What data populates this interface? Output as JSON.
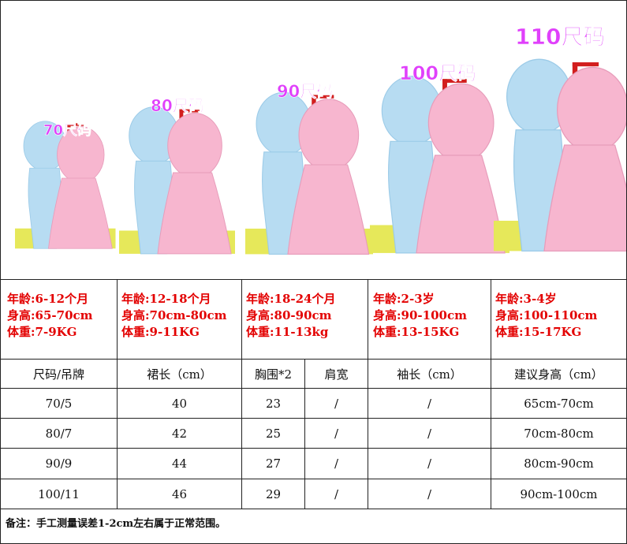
{
  "sizes": [
    {
      "tag": "70尺码",
      "age": "年龄:6-12个月",
      "height": "身高:65-70cm",
      "weight": "体重:7-9KG"
    },
    {
      "tag": "80尺码",
      "age": "年龄:12-18个月",
      "height": "身高:70cm-80cm",
      "weight": "体重:9-11KG"
    },
    {
      "tag": "90尺码",
      "age": "年龄:18-24个月",
      "height": "身高:80-90cm",
      "weight": "体重:11-13kg"
    },
    {
      "tag": "100尺码",
      "age": "年龄:2-3岁",
      "height": "身高:90-100cm",
      "weight": "体重:13-15KG"
    },
    {
      "tag": "110尺码",
      "age": "年龄:3-4岁",
      "height": "身高:100-110cm",
      "weight": "体重:15-17KG"
    }
  ],
  "table": {
    "headers": [
      "尺码/吊牌",
      "裙长（cm）",
      "胸围*2",
      "肩宽",
      "袖长（cm）",
      "建议身高（cm）"
    ],
    "rows": [
      [
        "70/5",
        "40",
        "23",
        "/",
        "/",
        "65cm-70cm"
      ],
      [
        "80/7",
        "42",
        "25",
        "/",
        "/",
        "70cm-80cm"
      ],
      [
        "90/9",
        "44",
        "27",
        "/",
        "/",
        "80cm-90cm"
      ],
      [
        "100/11",
        "46",
        "29",
        "/",
        "/",
        "90cm-100cm"
      ]
    ]
  },
  "note": "备注：手工测量误差1-2cm左右属于正常范围。",
  "colors": {
    "label_red": "#e30000",
    "tag_purple": "#e040fb",
    "boy_blue": "#b7dcf2",
    "girl_pink": "#f7b6cf",
    "ruler_red": "#d21e1e",
    "ground_yellow": "#e6e85a"
  }
}
